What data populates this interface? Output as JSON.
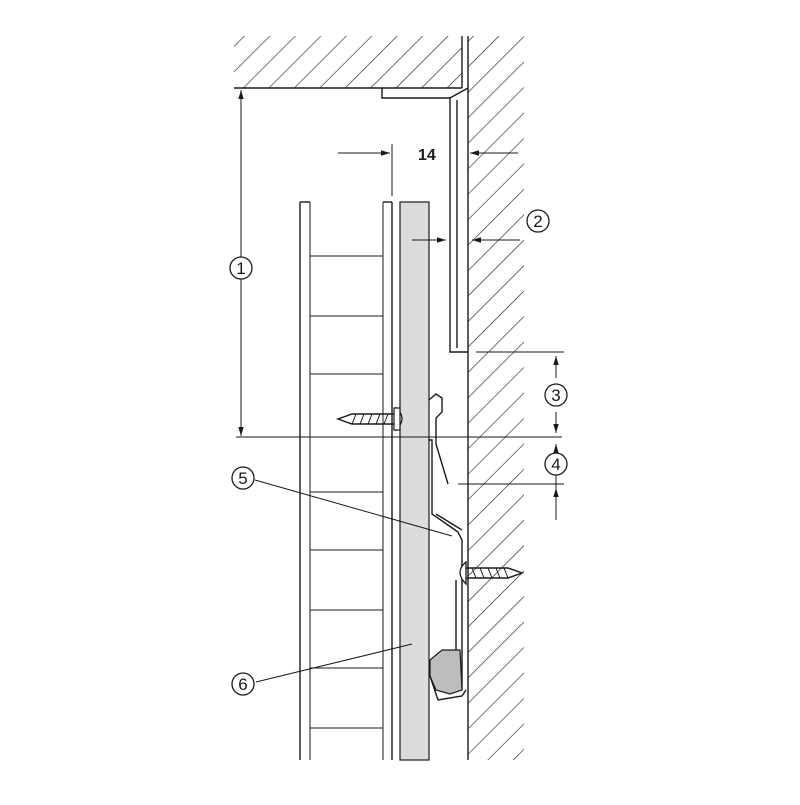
{
  "diagram": {
    "dimension": "14",
    "callouts": [
      {
        "id": "c1",
        "text": "1"
      },
      {
        "id": "c2",
        "text": "2"
      },
      {
        "id": "c3",
        "text": "3"
      },
      {
        "id": "c4",
        "text": "4"
      },
      {
        "id": "c5",
        "text": "5"
      },
      {
        "id": "c6",
        "text": "6"
      }
    ],
    "colors": {
      "line": "#1a1a1a",
      "panel_fill": "#dcdcdc",
      "background": "#ffffff"
    }
  }
}
